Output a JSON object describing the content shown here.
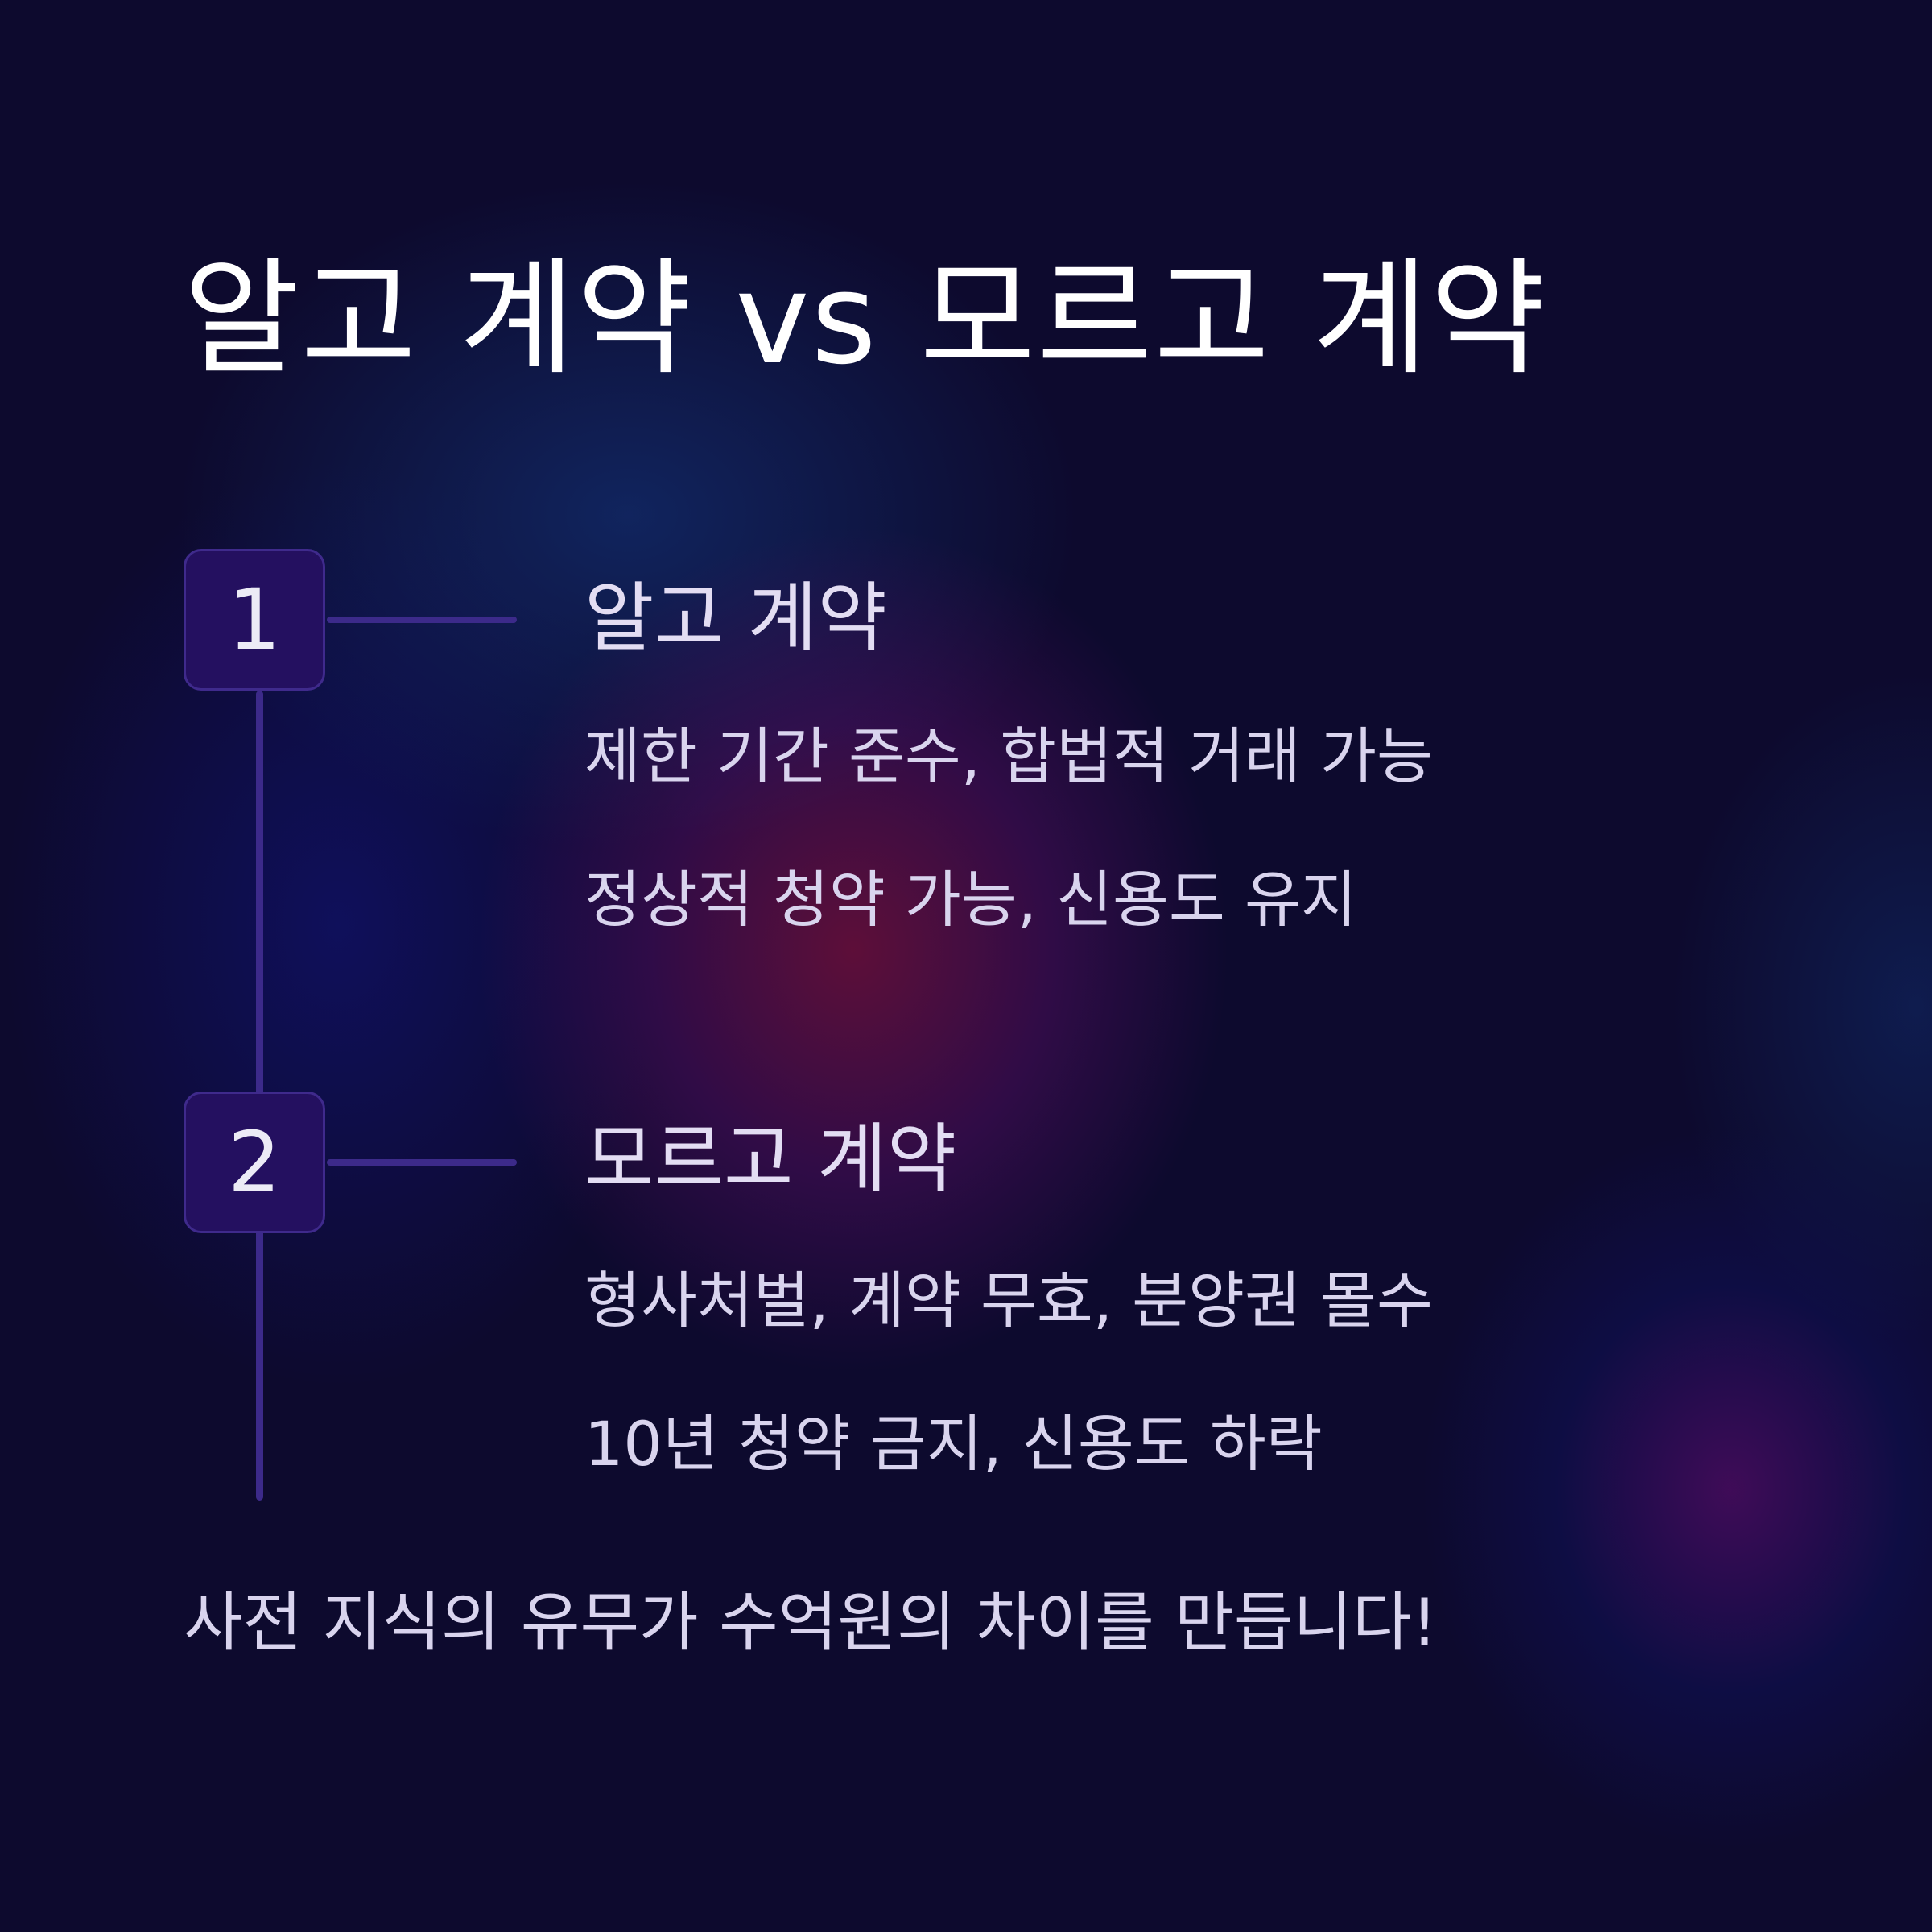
{
  "title": "알고 계약 vs 모르고 계약",
  "steps": [
    {
      "number": "1",
      "heading": "알고 계약",
      "details": [
        "제한 기간 준수, 합법적 거래 가능",
        "정상적 청약 가능, 신용도 유지"
      ]
    },
    {
      "number": "2",
      "heading": "모르고 계약",
      "details": [
        "형사처벌, 계약 무효, 분양권 몰수",
        "10년 청약 금지, 신용도 하락"
      ]
    }
  ],
  "footer": "사전 지식의 유무가 수억원의 차이를 만듭니다!",
  "colors": {
    "background": "#0d0a2e",
    "badge_fill": "#241060",
    "line": "#3c2a8a",
    "text": "#ffffff",
    "subtext": "#d9d4ee"
  }
}
